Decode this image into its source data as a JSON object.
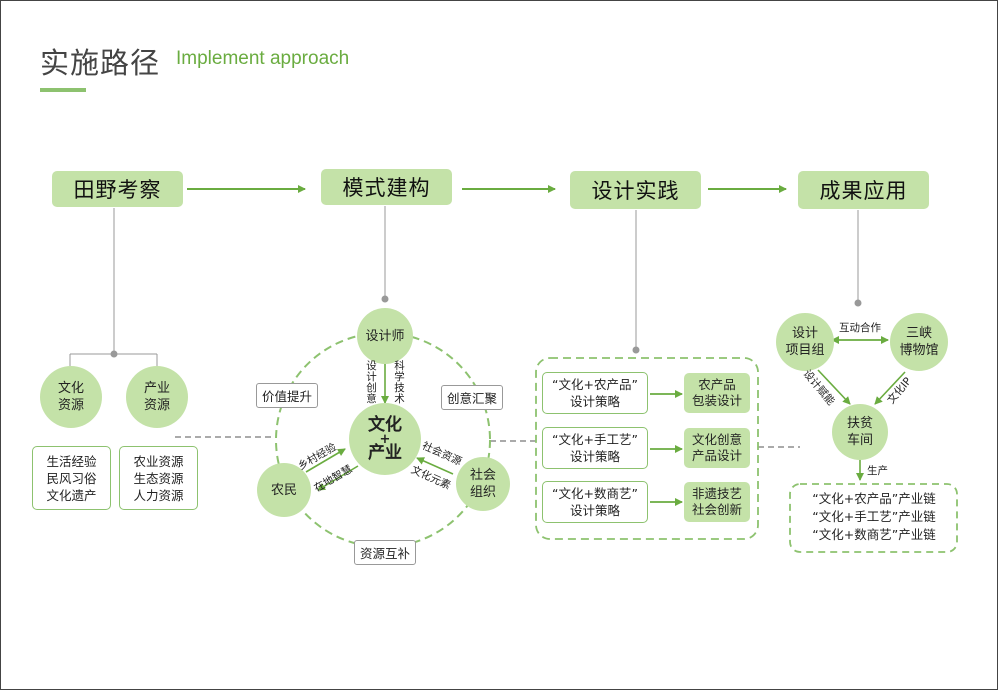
{
  "header": {
    "title": "实施路径",
    "subtitle": "Implement approach"
  },
  "stages": [
    "田野考察",
    "模式建构",
    "设计实践",
    "成果应用"
  ],
  "field": {
    "circles": [
      "文化\n资源",
      "产业\n资源"
    ],
    "boxes": [
      "生活经验\n民风习俗\n文化遗产",
      "农业资源\n生态资源\n人力资源"
    ]
  },
  "model": {
    "center": {
      "line1": "文化",
      "plus": "+",
      "line2": "产业"
    },
    "designer": "设计师",
    "farmer": "农民",
    "social": "社会\n组织",
    "tags": {
      "value": "价值提升",
      "creative": "创意汇聚",
      "resource": "资源互补"
    },
    "labels": {
      "design_creative": "设计创意",
      "science_tech": "科学技术",
      "rural_experience": "乡村经验",
      "local_wisdom": "在地智慧",
      "social_resource": "社会资源",
      "cultural_element": "文化元素"
    }
  },
  "practice": {
    "rows": [
      {
        "strategy": "“文化+农产品”\n设计策略",
        "result": "农产品\n包装设计"
      },
      {
        "strategy": "“文化+手工艺”\n设计策略",
        "result": "文化创意\n产品设计"
      },
      {
        "strategy": "“文化+数商艺”\n设计策略",
        "result": "非遗技艺\n社会创新"
      }
    ]
  },
  "results": {
    "team": "设计\n项目组",
    "museum": "三峡\n博物馆",
    "workshop": "扶贫\n车间",
    "labels": {
      "interact": "互动合作",
      "soil": "设计赋能",
      "ip": "文化IP",
      "produce": "生产"
    },
    "chains": [
      "“文化+农产品”产业链",
      "“文化+手工艺”产业链",
      "“文化+数商艺”产业链"
    ]
  }
}
